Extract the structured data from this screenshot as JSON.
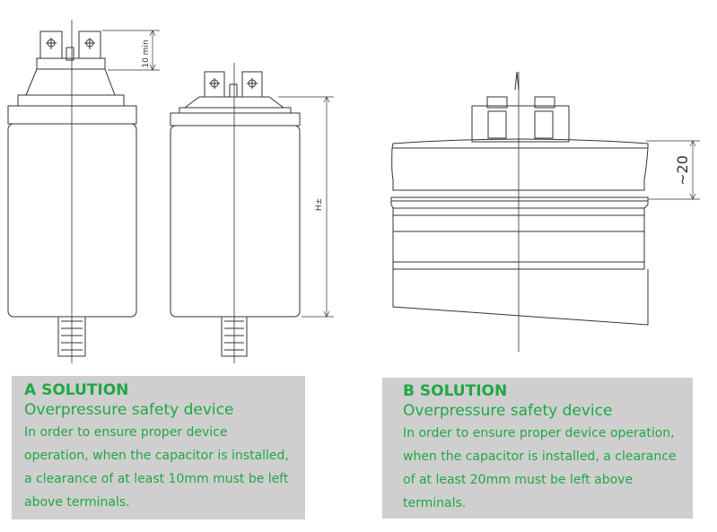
{
  "solution_a": {
    "title": "A SOLUTION",
    "subtitle": "Overpressure safety device",
    "body_lines": [
      "In order to ensure proper device",
      "operation, when the capacitor is installed,",
      "a clearance of at least 10mm must be left",
      "above terminals."
    ]
  },
  "solution_b": {
    "title": "B SOLUTION",
    "subtitle": "Overpressure safety device",
    "body_lines": [
      "In order to ensure proper device operation,",
      "when the capacitor is installed, a clearance",
      "of at least 20mm must be left above",
      "terminals."
    ]
  },
  "drawing_labels": {
    "a_clearance": "10 min",
    "height": "H±",
    "b_clearance": "~20"
  },
  "colors": {
    "text_accent": "#1fa845",
    "panel_bg": "#cfcfcf",
    "line": "#333333"
  }
}
